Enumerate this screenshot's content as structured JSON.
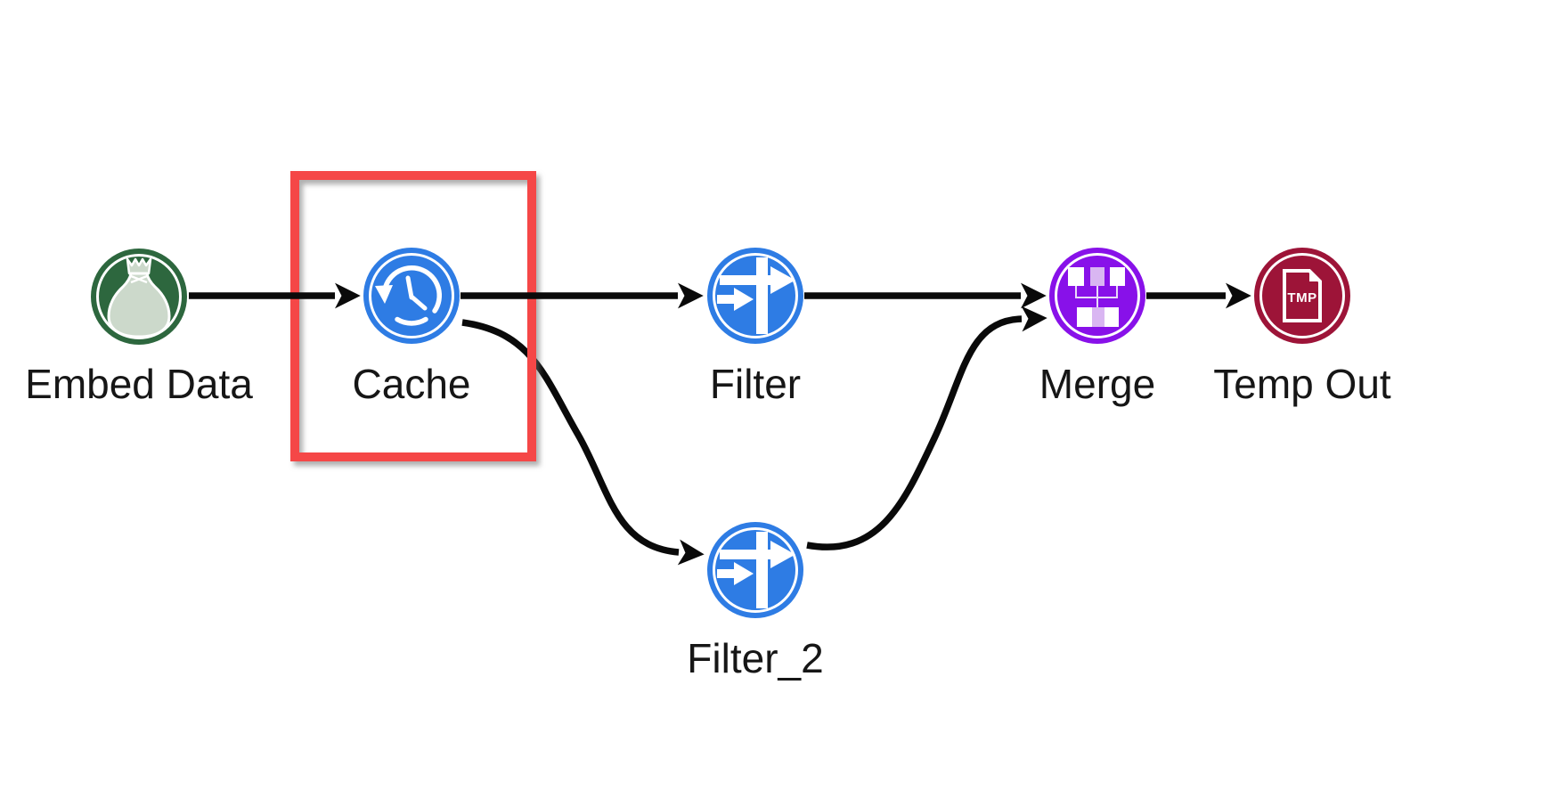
{
  "canvas": {
    "background": "#ffffff"
  },
  "nodes": [
    {
      "id": "embed-data",
      "label": "Embed Data",
      "color": "#2d673e",
      "icon": "money-bag-icon"
    },
    {
      "id": "cache",
      "label": "Cache",
      "color": "#2e7ce4",
      "icon": "time-machine-clock-icon"
    },
    {
      "id": "filter",
      "label": "Filter",
      "color": "#2e7ce4",
      "icon": "filter-split-arrows-icon"
    },
    {
      "id": "merge",
      "label": "Merge",
      "color": "#8811e9",
      "icon": "merge-blocks-icon"
    },
    {
      "id": "temp-out",
      "label": "Temp Out",
      "color": "#9d1438",
      "icon": "tmp-file-icon",
      "badge": "TMP"
    },
    {
      "id": "filter-2",
      "label": "Filter_2",
      "color": "#2e7ce4",
      "icon": "filter-split-arrows-icon"
    }
  ],
  "edges": [
    {
      "from": "Embed Data",
      "to": "Cache",
      "style": "straight"
    },
    {
      "from": "Cache",
      "to": "Filter",
      "style": "straight"
    },
    {
      "from": "Filter",
      "to": "Merge",
      "style": "straight"
    },
    {
      "from": "Merge",
      "to": "Temp Out",
      "style": "straight"
    },
    {
      "from": "Cache",
      "to": "Filter_2",
      "style": "curved"
    },
    {
      "from": "Filter_2",
      "to": "Merge",
      "style": "curved"
    }
  ],
  "annotation": {
    "shape": "rectangle",
    "highlights": "Cache",
    "color": "#f54747"
  },
  "colors": {
    "edge": "#0a0a0a",
    "label": "#161616",
    "node_ring": "#ffffff",
    "lavender": "#d9b6f2",
    "bag_fill": "#ccd9cb",
    "highlight_red": "#f54747"
  }
}
